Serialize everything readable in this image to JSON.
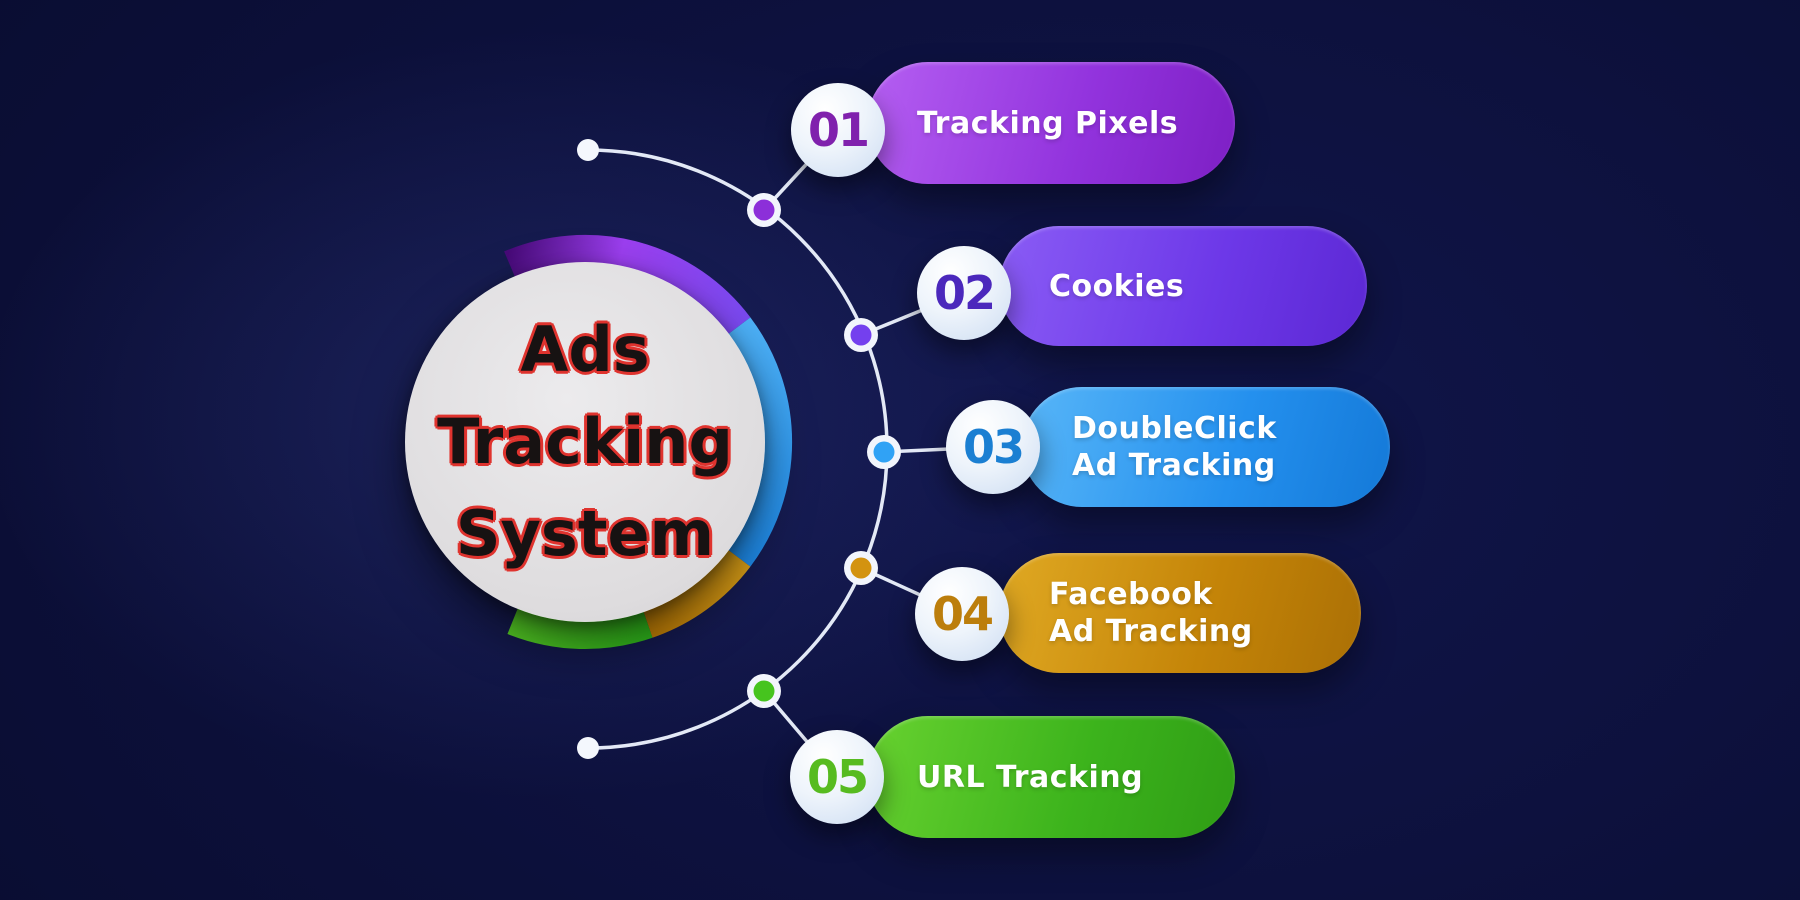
{
  "title": {
    "text": "Ads Tracking System",
    "lines": [
      "Ads",
      "Tracking",
      "System"
    ]
  },
  "items": [
    {
      "number": "01",
      "label": "Tracking Pixels",
      "lines": [
        "Tracking Pixels"
      ],
      "colors": {
        "from": "#b55ff2",
        "to": "#9233dd",
        "edge": "#7d1fc4",
        "number": "#8021ad",
        "node": "#8c2fd9"
      }
    },
    {
      "number": "02",
      "label": "Cookies",
      "lines": [
        "Cookies"
      ],
      "colors": {
        "from": "#8a5cf5",
        "to": "#6d38e8",
        "edge": "#5c28d4",
        "number": "#4b28bc",
        "node": "#7440ee"
      }
    },
    {
      "number": "03",
      "label": "DoubleClick Ad Tracking",
      "lines": [
        "DoubleClick",
        "Ad Tracking"
      ],
      "colors": {
        "from": "#58b6f8",
        "to": "#2490ee",
        "edge": "#1479d8",
        "number": "#1b7fd2",
        "node": "#30a2f5"
      }
    },
    {
      "number": "04",
      "label": "Facebook Ad Tracking",
      "lines": [
        "Facebook",
        "Ad Tracking"
      ],
      "colors": {
        "from": "#e0a923",
        "to": "#c48408",
        "edge": "#ab7005",
        "number": "#bc7e0c",
        "node": "#d39310"
      }
    },
    {
      "number": "05",
      "label": "URL Tracking",
      "lines": [
        "URL Tracking"
      ],
      "colors": {
        "from": "#68d230",
        "to": "#3cb31c",
        "edge": "#2f9d15",
        "number": "#57bb20",
        "node": "#46c41e"
      }
    }
  ],
  "colors": {
    "background": "#0c1041",
    "connector": "#e3e9f6",
    "endpoint": "#f4f7fd",
    "node_ring": "#f2f5fc",
    "circle_fill": "#dedcde",
    "badge_from": "#ffffff",
    "badge_to": "#ccdcf2",
    "title_fill": "#171212",
    "title_outline": "#df332e",
    "ring": {
      "purple_0": "#470a78",
      "purple_1": "#9c3ff0",
      "purple_2": "#7b4af2",
      "blue_0": "#4db1f8",
      "blue_1": "#1f8ceb",
      "gold_0": "#d89e18",
      "gold_1": "#bd7c06",
      "green_0": "#2eb31b",
      "green_1": "#55cd25"
    }
  }
}
